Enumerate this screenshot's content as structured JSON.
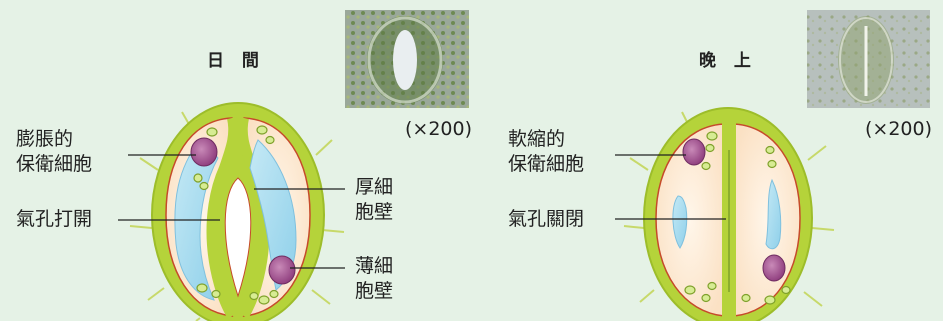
{
  "day": {
    "title": "日 間",
    "magnification": "(×200)",
    "labels": {
      "swollen_guard_cell_line1": "膨脹的",
      "swollen_guard_cell_line2": "保衛細胞",
      "stoma_open": "氣孔打開",
      "thick_wall_line1": "厚細",
      "thick_wall_line2": "胞壁",
      "thin_wall_line1": "薄細",
      "thin_wall_line2": "胞壁"
    }
  },
  "night": {
    "title": "晚 上",
    "magnification": "(×200)",
    "labels": {
      "flaccid_guard_cell_line1": "軟縮的",
      "flaccid_guard_cell_line2": "保衛細胞",
      "stoma_closed": "氣孔關閉"
    }
  },
  "colors": {
    "background": "#e5f2e6",
    "cell_wall": "#b5d33a",
    "cytoplasm": "#fbe6cf",
    "vacuole": "#a9dcef",
    "nucleus": "#a04d8f",
    "chloroplast": "#d7ec93",
    "outline": "#c64a2a"
  }
}
